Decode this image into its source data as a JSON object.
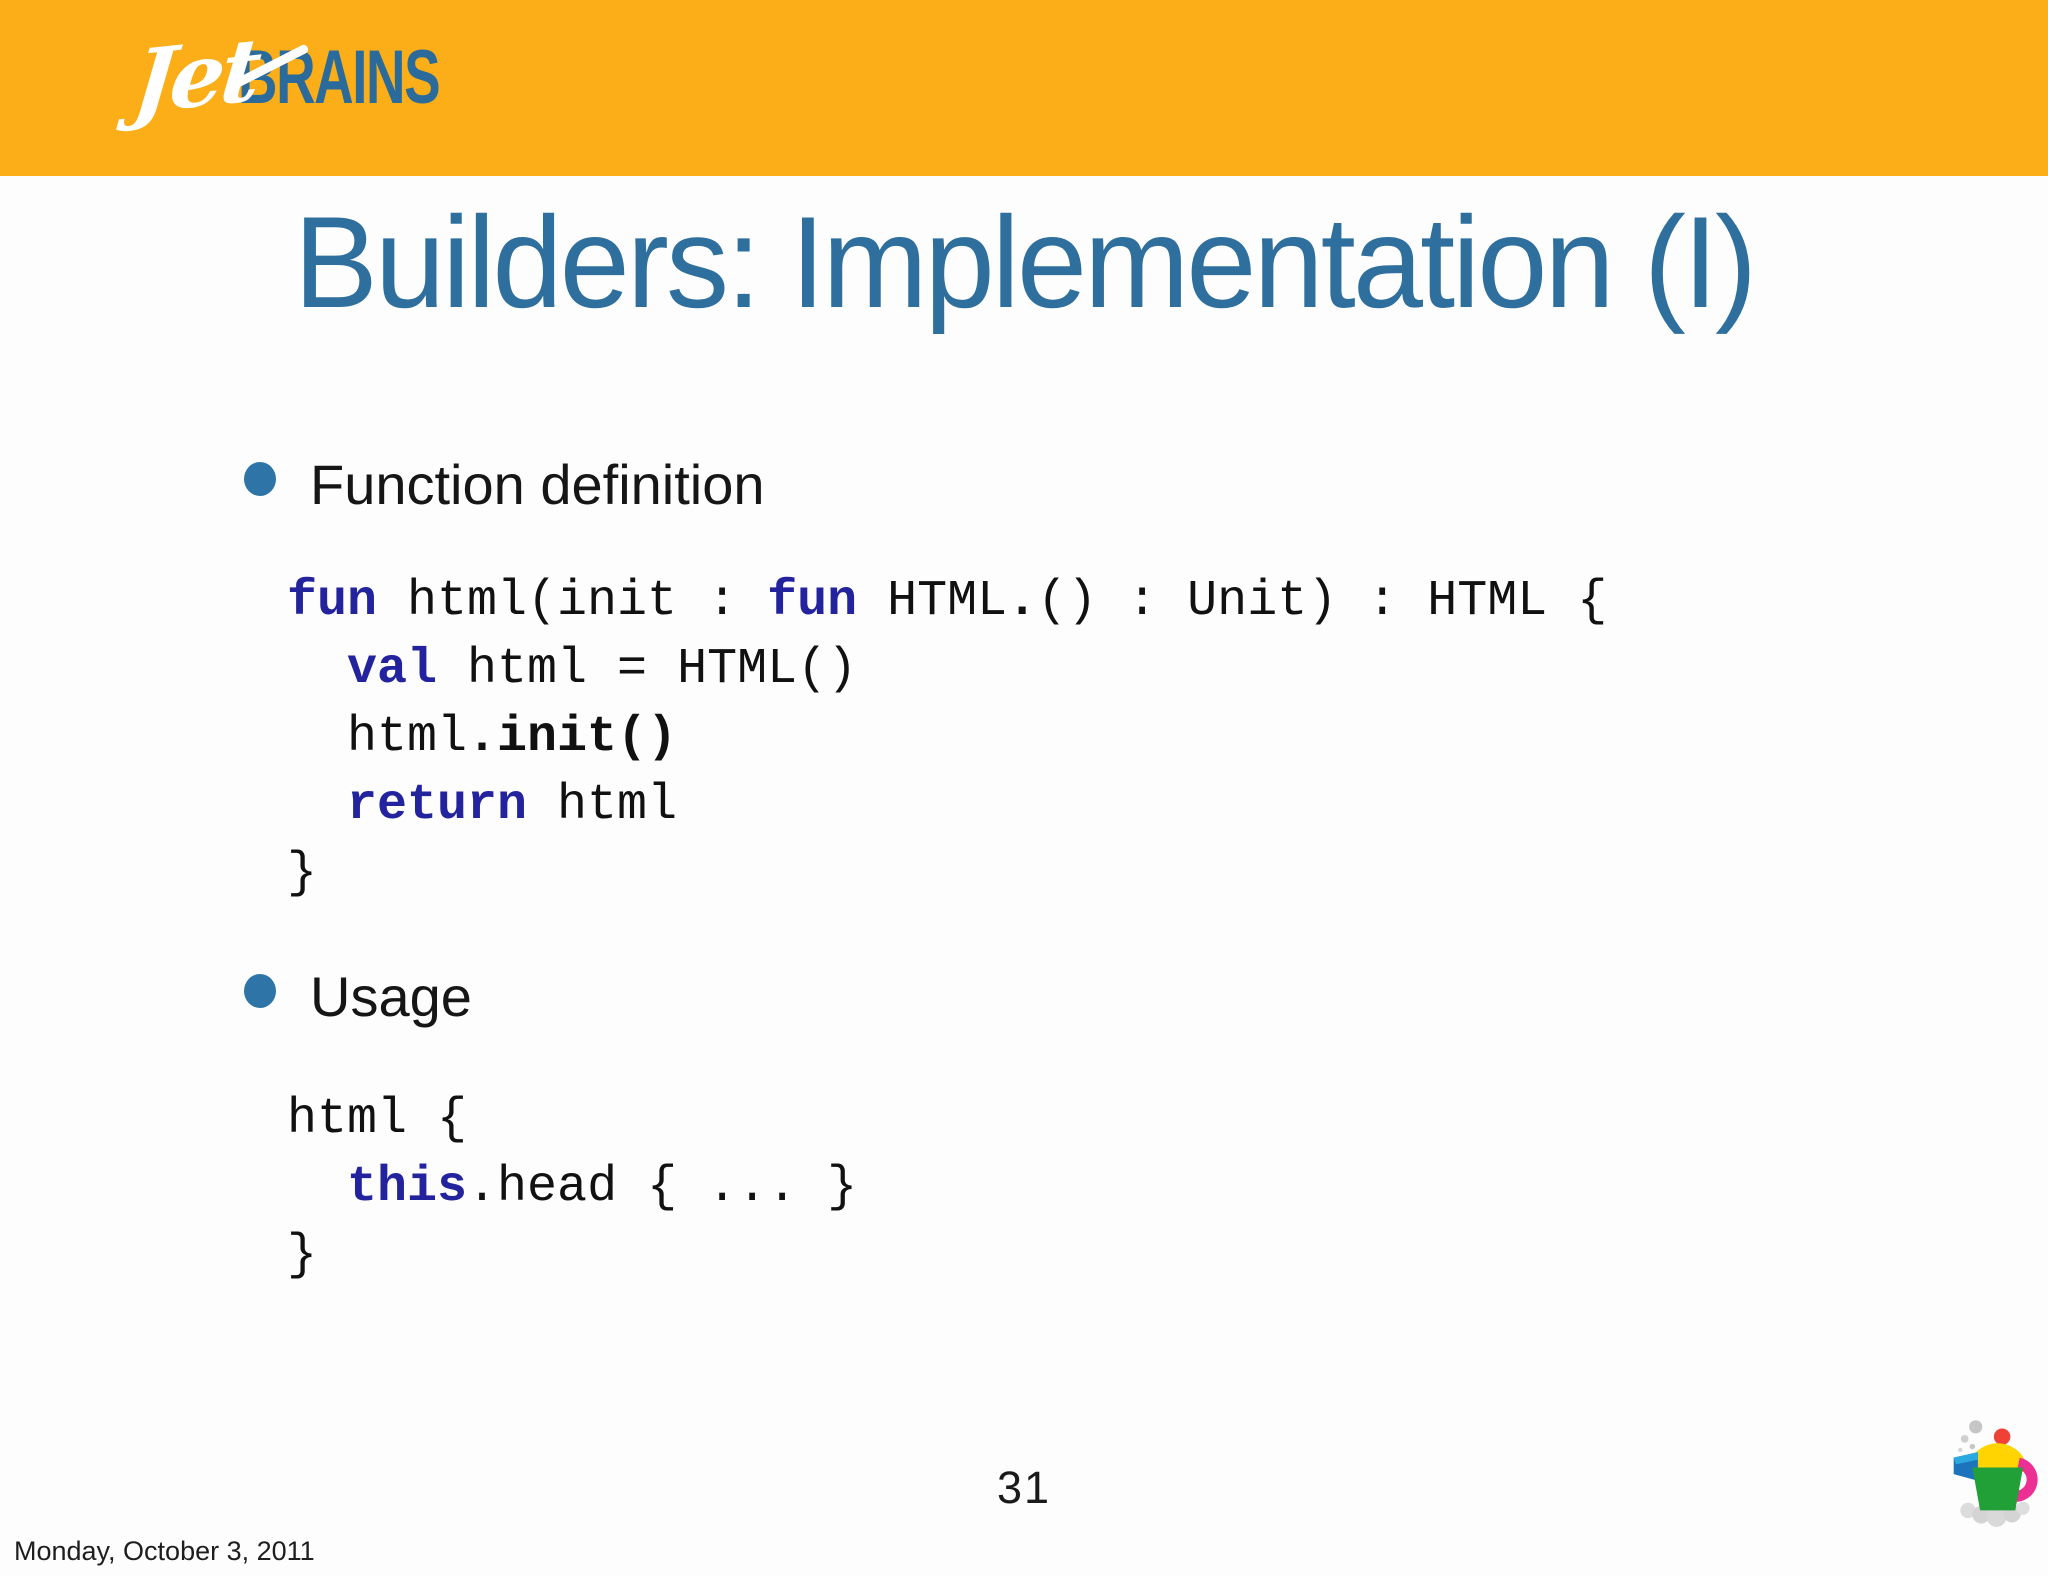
{
  "header": {
    "logo_jet": "Jet",
    "logo_brains": "BRAINS"
  },
  "title": "Builders: Implementation (I)",
  "bullets": {
    "b1": "Function definition",
    "b2": "Usage"
  },
  "code1": {
    "l1": {
      "kw1": "fun",
      "t1": " html(init : ",
      "kw2": "fun",
      "t2": " HTML",
      "b1": ".",
      "t3": "() : Unit) : HTML {"
    },
    "l2": {
      "t1": "  ",
      "kw1": "val",
      "t2": " html = HTML()"
    },
    "l3": {
      "t1": "  html",
      "b1": ".init()"
    },
    "l4": {
      "t1": "  ",
      "kw1": "return",
      "t2": " html"
    },
    "l5": {
      "t1": "}"
    }
  },
  "code2": {
    "l1": {
      "t1": "html {"
    },
    "l2": {
      "t1": "  ",
      "kw1": "this",
      "t2": ".head { ... }"
    },
    "l3": {
      "t1": "}"
    }
  },
  "footer": {
    "page_number": "31",
    "date": "Monday, October 3, 2011"
  },
  "icons": {
    "teapot": "kotlin-teapot-logo"
  },
  "colors": {
    "header_orange": "#fbae17",
    "logo_blue": "#2b6b9b",
    "title_blue": "#2e6f9e",
    "bullet_blue": "#2e74a6",
    "keyword_navy": "#23239e",
    "code_black": "#111111",
    "teapot_green": "#21a038",
    "teapot_yellow": "#ffd400",
    "teapot_red": "#ef4136",
    "teapot_pink": "#ec2f92",
    "teapot_blue": "#1c75bc"
  }
}
